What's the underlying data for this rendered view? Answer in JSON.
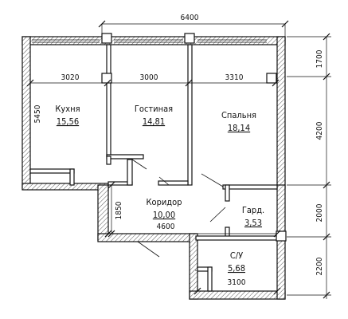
{
  "dimensions": {
    "total_width": "6400",
    "kitchen_width": "3020",
    "living_width": "3000",
    "bedroom_width": "3310",
    "left_depth": "5450",
    "corridor_depth": "1850",
    "corridor_width": "4600",
    "bathroom_width": "3100",
    "right_top": "1700",
    "right_middle": "4200",
    "right_lower": "2000",
    "right_bottom": "2200"
  },
  "rooms": {
    "kitchen": {
      "name": "Кухня",
      "area": "15,56"
    },
    "living": {
      "name": "Гостиная",
      "area": "14,81"
    },
    "bedroom": {
      "name": "Спальня",
      "area": "18,14"
    },
    "corridor": {
      "name": "Коридор",
      "area": "10,00"
    },
    "wardrobe": {
      "name": "Гард.",
      "area": "3,53"
    },
    "bathroom": {
      "name": "С/У",
      "area": "5,68"
    }
  }
}
